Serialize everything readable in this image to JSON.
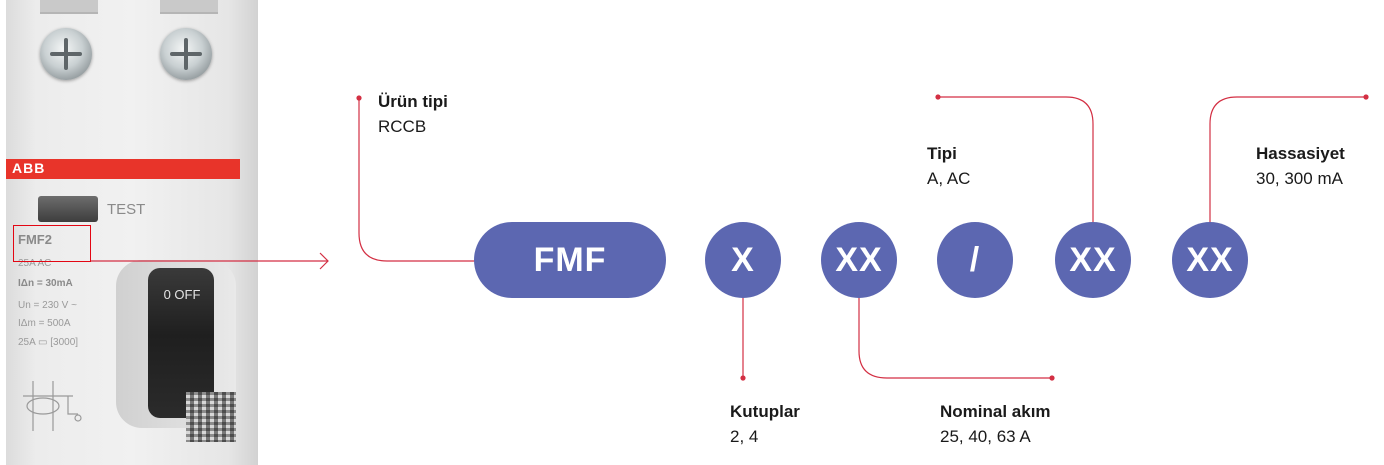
{
  "device": {
    "brand": "ABB",
    "test_label": "TEST",
    "model": "FMF2",
    "spec_rating": "25A    AC",
    "spec_sensitivity": "IΔn = 30mA",
    "spec_voltage": "Un = 230 V ~",
    "spec_breaking": "IΔm = 500A",
    "spec_class": "25A  ▭  [3000]",
    "handle_label": "0 OFF"
  },
  "code": {
    "prefix": "FMF",
    "poles": "X",
    "current": "XX",
    "separator": "/",
    "type": "XX",
    "sensitivity": "XX"
  },
  "labels": {
    "product_type": {
      "title": "Ürün tipi",
      "value": "RCCB"
    },
    "type": {
      "title": "Tipi",
      "value": "A, AC"
    },
    "sensitivity": {
      "title": "Hassasiyet",
      "value": "30, 300 mA"
    },
    "poles": {
      "title": "Kutuplar",
      "value": "2, 4"
    },
    "rated_current": {
      "title": "Nominal akım",
      "value": "25, 40, 63 A"
    }
  },
  "colors": {
    "pill": "#5c67b1",
    "line": "#d32f43",
    "brand_band": "#e8342a"
  }
}
